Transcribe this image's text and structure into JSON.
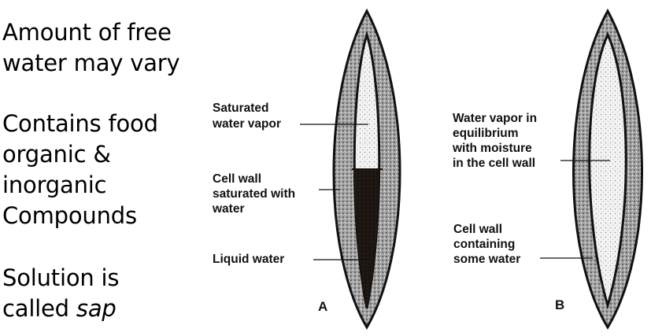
{
  "notes": {
    "free_water": "Amount of free\nwater may vary",
    "contains": "Contains food\norganic &\ninorganic\nCompounds",
    "solution_prefix": "Solution is\ncalled ",
    "solution_term": "sap"
  },
  "cell_a": {
    "tag": "A",
    "label_vapor": [
      "Saturated",
      "water vapor"
    ],
    "label_wall": [
      "Cell wall",
      "saturated with",
      "water"
    ],
    "label_liquid": [
      "Liquid water"
    ]
  },
  "cell_b": {
    "tag": "B",
    "label_vapor": [
      "Water vapor in",
      "equilibrium",
      "with moisture",
      "in the cell wall"
    ],
    "label_wall": [
      "Cell wall",
      "containing",
      "some water"
    ]
  },
  "colors": {
    "ink": "#111111",
    "wall_fill": "#9a9a9a",
    "lumen_fill": "#eeeeee",
    "liquid_fill": "#1b1410"
  }
}
